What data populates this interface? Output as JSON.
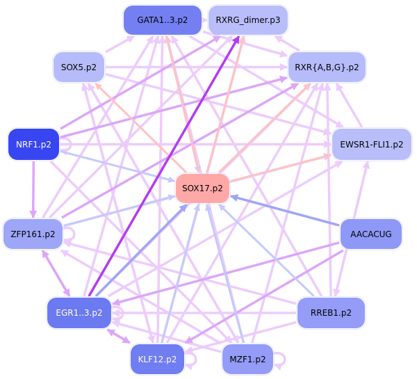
{
  "colors": {
    "edge_light": "#ecccfc",
    "edge_medium": "#dca6f8",
    "edge_pink": "#ffc2c2",
    "edge_blue_light": "#c4cafc",
    "edge_blue": "#9ea6f6",
    "edge_strong": "#b43af0"
  },
  "nodes": [
    {
      "id": "GATA",
      "label": "GATA1..3.p2",
      "fill": "#7480f2",
      "text": "#000000"
    },
    {
      "id": "RXRG",
      "label": "RXRG_dimer.p3",
      "fill": "#b9befa",
      "text": "#000000"
    },
    {
      "id": "SOX5",
      "label": "SOX5.p2",
      "fill": "#b6bcfa",
      "text": "#000000"
    },
    {
      "id": "RXRABG",
      "label": "RXR{A,B,G}.p2",
      "fill": "#b6bcfa",
      "text": "#000000"
    },
    {
      "id": "NRF1",
      "label": "NRF1.p2",
      "fill": "#3846f2",
      "text": "#ffffff"
    },
    {
      "id": "EWSR1",
      "label": "EWSR1-FLI1.p2",
      "fill": "#b9befa",
      "text": "#000000"
    },
    {
      "id": "SOX17",
      "label": "SOX17.p2",
      "fill": "#ffa8a8",
      "text": "#000000"
    },
    {
      "id": "ZFP161",
      "label": "ZFP161.p2",
      "fill": "#9ea6f8",
      "text": "#000000"
    },
    {
      "id": "AACACUG",
      "label": "AACACUG",
      "fill": "#8e98f6",
      "text": "#000000"
    },
    {
      "id": "EGR",
      "label": "EGR1..3.p2",
      "fill": "#6c7af2",
      "text": "#ffffff"
    },
    {
      "id": "RREB1",
      "label": "RREB1.p2",
      "fill": "#949cf8",
      "text": "#000000"
    },
    {
      "id": "KLF12",
      "label": "KLF12.p2",
      "fill": "#707ef2",
      "text": "#ffffff"
    },
    {
      "id": "MZF1",
      "label": "MZF1.p2",
      "fill": "#949cf8",
      "text": "#000000"
    }
  ],
  "edges": [
    {
      "from": "GATA",
      "to": "RXRG",
      "type": "light"
    },
    {
      "from": "RXRABG",
      "to": "RXRG",
      "type": "light"
    },
    {
      "from": "EGR",
      "to": "RXRG",
      "type": "strong"
    },
    {
      "from": "SOX17",
      "to": "GATA",
      "type": "pink"
    },
    {
      "from": "SOX17",
      "to": "SOX5",
      "type": "pink"
    },
    {
      "from": "SOX17",
      "to": "RXRG",
      "type": "pink"
    },
    {
      "from": "SOX17",
      "to": "RXRABG",
      "type": "pink"
    },
    {
      "from": "SOX17",
      "to": "EWSR1",
      "type": "pink"
    },
    {
      "from": "GATA",
      "to": "SOX17",
      "type": "blue_light"
    },
    {
      "from": "NRF1",
      "to": "SOX17",
      "type": "blue_light"
    },
    {
      "from": "AACACUG",
      "to": "SOX17",
      "type": "blue"
    },
    {
      "from": "ZFP161",
      "to": "SOX17",
      "type": "blue_light"
    },
    {
      "from": "EGR",
      "to": "SOX17",
      "type": "blue"
    },
    {
      "from": "KLF12",
      "to": "SOX17",
      "type": "blue_light"
    },
    {
      "from": "MZF1",
      "to": "SOX17",
      "type": "blue_light"
    },
    {
      "from": "RREB1",
      "to": "SOX17",
      "type": "blue_light"
    },
    {
      "from": "NRF1",
      "to": "ZFP161",
      "type": "medium"
    },
    {
      "from": "NRF1",
      "to": "RXRABG",
      "type": "medium"
    },
    {
      "from": "NRF1",
      "to": "EWSR1",
      "type": "light"
    },
    {
      "from": "NRF1",
      "to": "RXRG",
      "type": "medium"
    },
    {
      "from": "NRF1",
      "to": "NRF1",
      "type": "light"
    },
    {
      "from": "SOX5",
      "to": "EWSR1",
      "type": "light"
    },
    {
      "from": "SOX5",
      "to": "RXRABG",
      "type": "light"
    },
    {
      "from": "SOX5",
      "to": "MZF1",
      "type": "light"
    },
    {
      "from": "SOX5",
      "to": "KLF12",
      "type": "light"
    },
    {
      "from": "ZFP161",
      "to": "ZFP161",
      "type": "light"
    },
    {
      "from": "EGR",
      "to": "EGR",
      "type": "light"
    },
    {
      "from": "KLF12",
      "to": "KLF12",
      "type": "light"
    },
    {
      "from": "MZF1",
      "to": "MZF1",
      "type": "light"
    },
    {
      "from": "ZFP161",
      "to": "EGR",
      "type": "medium"
    },
    {
      "from": "EGR",
      "to": "ZFP161",
      "type": "medium"
    },
    {
      "from": "EGR",
      "to": "KLF12",
      "type": "medium"
    },
    {
      "from": "KLF12",
      "to": "EGR",
      "type": "medium"
    },
    {
      "from": "RREB1",
      "to": "EGR",
      "type": "light"
    },
    {
      "from": "RREB1",
      "to": "KLF12",
      "type": "light"
    },
    {
      "from": "RREB1",
      "to": "ZFP161",
      "type": "light"
    },
    {
      "from": "RREB1",
      "to": "GATA",
      "type": "light"
    },
    {
      "from": "RREB1",
      "to": "RXRABG",
      "type": "light"
    },
    {
      "from": "AACACUG",
      "to": "EGR",
      "type": "medium"
    },
    {
      "from": "AACACUG",
      "to": "KLF12",
      "type": "medium"
    },
    {
      "from": "MZF1",
      "to": "GATA",
      "type": "light"
    },
    {
      "from": "MZF1",
      "to": "RXRABG",
      "type": "light"
    },
    {
      "from": "MZF1",
      "to": "ZFP161",
      "type": "light"
    },
    {
      "from": "MZF1",
      "to": "SOX5",
      "type": "light"
    },
    {
      "from": "MZF1",
      "to": "EGR",
      "type": "light"
    },
    {
      "from": "KLF12",
      "to": "GATA",
      "type": "light"
    },
    {
      "from": "KLF12",
      "to": "RXRG",
      "type": "light"
    },
    {
      "from": "KLF12",
      "to": "SOX5",
      "type": "light"
    },
    {
      "from": "KLF12",
      "to": "RXRABG",
      "type": "light"
    },
    {
      "from": "ZFP161",
      "to": "RXRABG",
      "type": "medium"
    },
    {
      "from": "ZFP161",
      "to": "EWSR1",
      "type": "light"
    },
    {
      "from": "ZFP161",
      "to": "GATA",
      "type": "light"
    },
    {
      "from": "ZFP161",
      "to": "RXRG",
      "type": "light"
    },
    {
      "from": "EGR",
      "to": "GATA",
      "type": "light"
    },
    {
      "from": "EGR",
      "to": "RXRABG",
      "type": "light"
    },
    {
      "from": "EGR",
      "to": "EWSR1",
      "type": "light"
    },
    {
      "from": "GATA",
      "to": "EWSR1",
      "type": "light"
    },
    {
      "from": "GATA",
      "to": "RXRABG",
      "type": "light"
    },
    {
      "from": "EWSR1",
      "to": "RREB1",
      "type": "light"
    },
    {
      "from": "EWSR1",
      "to": "RXRABG",
      "type": "light"
    },
    {
      "from": "RREB1",
      "to": "EWSR1",
      "type": "light"
    },
    {
      "from": "NRF1",
      "to": "MZF1",
      "type": "light"
    },
    {
      "from": "SOX5",
      "to": "GATA",
      "type": "light"
    }
  ]
}
